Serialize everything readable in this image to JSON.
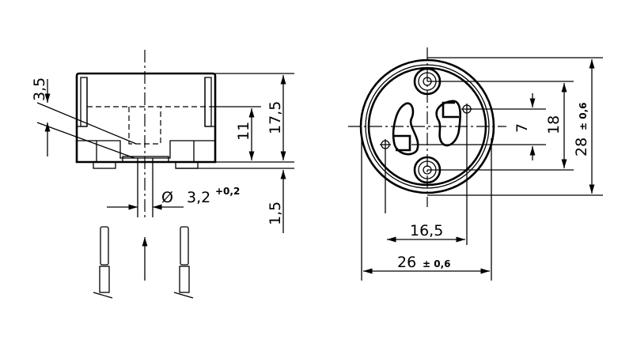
{
  "side_view": {
    "dim_height_total": "17,5",
    "dim_height_inner": "11",
    "dim_pin_length": "1,5",
    "dim_step": "3,5",
    "dim_hole_prefix": "Ø",
    "dim_hole": "3,2",
    "dim_hole_tol": "+0,2"
  },
  "top_view": {
    "dim_pin_spacing": "7",
    "dim_screw_spacing": "18",
    "dim_diameter_v": "28",
    "dim_diameter_v_tol": "± 0,6",
    "dim_mount_width": "16,5",
    "dim_diameter_h": "26",
    "dim_diameter_h_tol": "± 0,6"
  },
  "colors": {
    "line": "#000000",
    "background": "#ffffff"
  }
}
